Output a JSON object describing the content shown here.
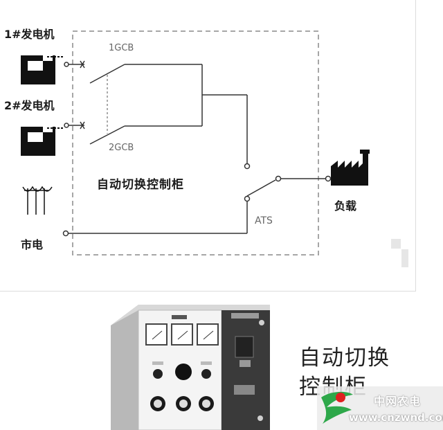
{
  "diagram": {
    "generator1_label": "1#发电机",
    "generator2_label": "2#发电机",
    "mains_label": "市电",
    "breaker1_label": "1GCB",
    "breaker2_label": "2GCB",
    "cabinet_label": "自动切换控制柜",
    "ats_label": "ATS",
    "load_label": "负载"
  },
  "photo": {
    "caption_line1": "自动切换",
    "caption_line2": "控制柜"
  },
  "watermark": {
    "site_name": "中网农电",
    "url": "www.cnzwnd.com"
  },
  "colors": {
    "line": "#333333",
    "dashed_border": "#888888",
    "cabinet_body": "#f2f2f2",
    "cabinet_shadow": "#bdbdbd",
    "logo_green": "#2ea84a",
    "logo_red": "#e02020"
  }
}
